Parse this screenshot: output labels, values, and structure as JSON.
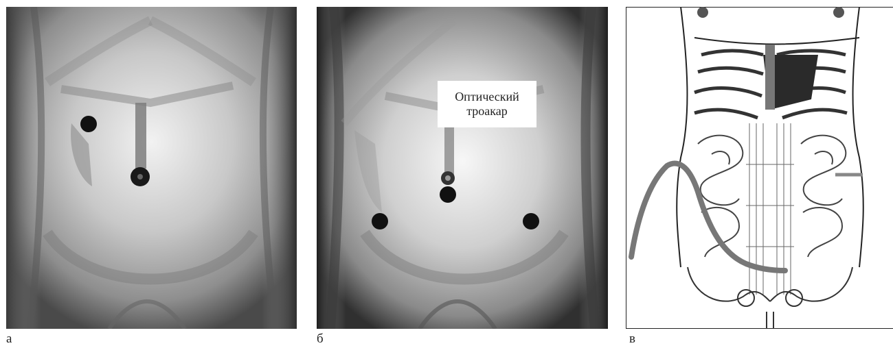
{
  "figure": {
    "panels": [
      {
        "id": "a",
        "caption": "а",
        "marker_color": "#111111"
      },
      {
        "id": "b",
        "caption": "б",
        "label": [
          "Оптический",
          "троакар"
        ],
        "marker_color": "#111111"
      },
      {
        "id": "c",
        "caption": "в",
        "line_color": "#777777"
      }
    ]
  }
}
